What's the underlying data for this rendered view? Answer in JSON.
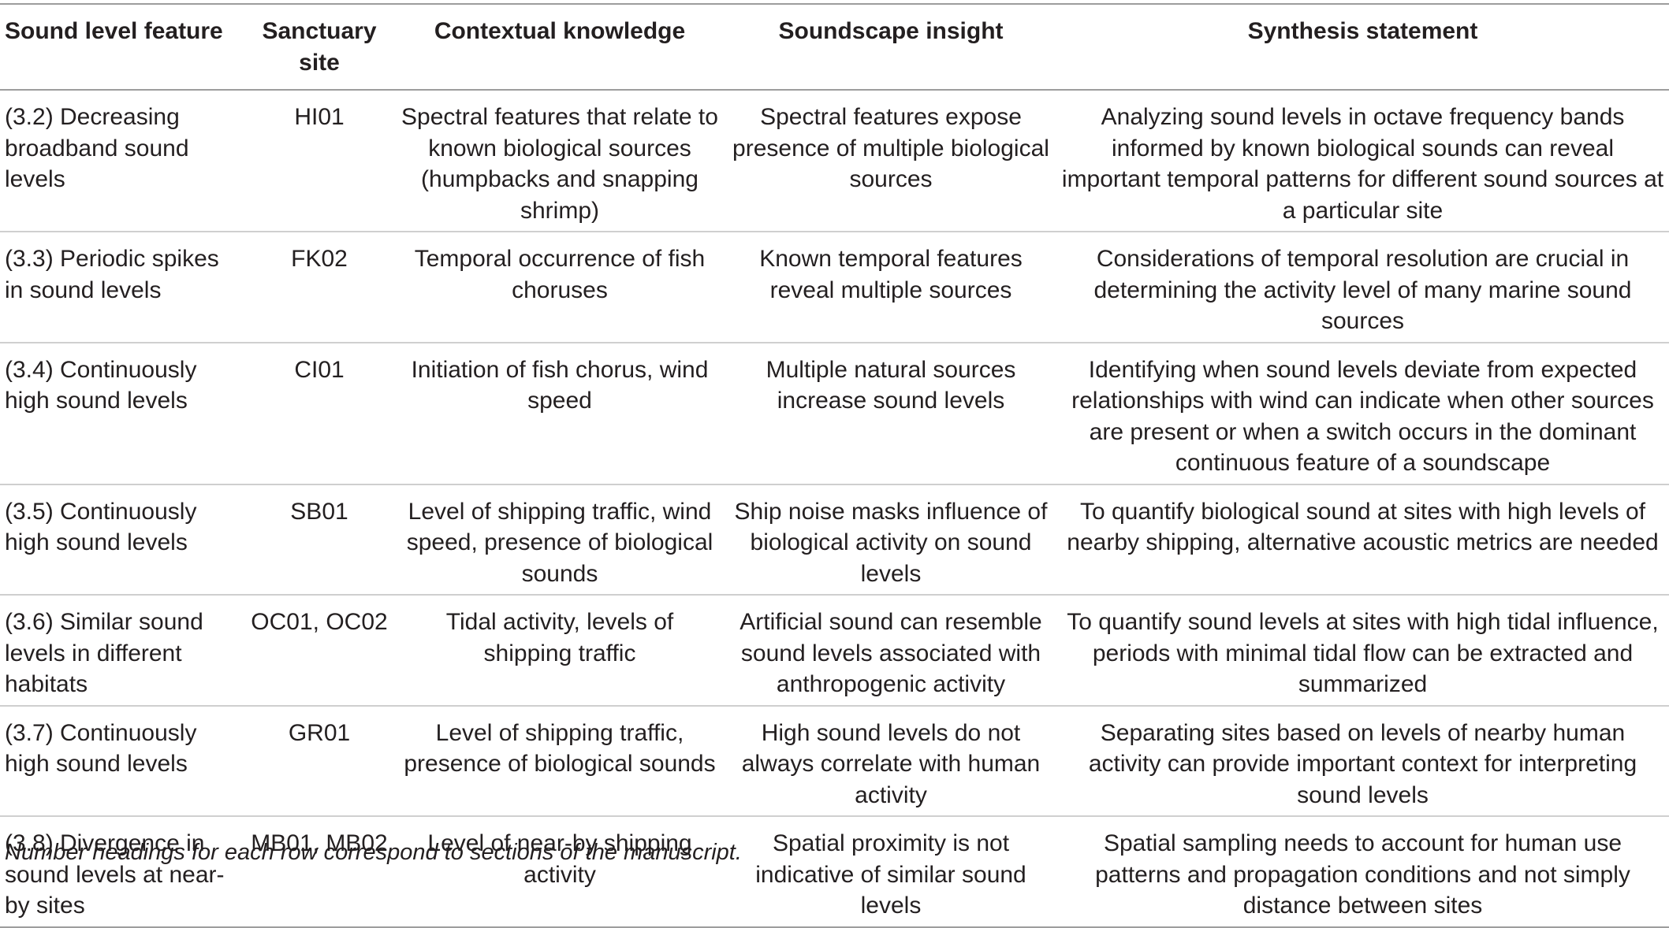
{
  "table": {
    "headers": [
      "Sound level feature",
      "Sanctuary site",
      "Contextual knowledge",
      "Soundscape insight",
      "Synthesis statement"
    ],
    "rows": [
      {
        "feature": "(3.2) Decreasing broadband sound levels",
        "site": "HI01",
        "context": "Spectral features that relate to known biological sources (humpbacks and snapping shrimp)",
        "insight": "Spectral features expose presence of multiple biological sources",
        "synthesis": "Analyzing sound levels in octave frequency bands informed by known biological sounds can reveal important temporal patterns for different sound sources at a particular site"
      },
      {
        "feature": "(3.3) Periodic spikes in sound levels",
        "site": "FK02",
        "context": "Temporal occurrence of fish choruses",
        "insight": "Known temporal features reveal multiple sources",
        "synthesis": "Considerations of temporal resolution are crucial in determining the activity level of many marine sound sources"
      },
      {
        "feature": "(3.4) Continuously high sound levels",
        "site": "CI01",
        "context": "Initiation of fish chorus, wind speed",
        "insight": "Multiple natural sources increase sound levels",
        "synthesis": "Identifying when sound levels deviate from expected relationships with wind can indicate when other sources are present or when a switch occurs in the dominant continuous feature of a soundscape"
      },
      {
        "feature": "(3.5) Continuously high sound levels",
        "site": "SB01",
        "context": "Level of shipping traffic, wind speed, presence of biological sounds",
        "insight": "Ship noise masks influence of biological activity on sound levels",
        "synthesis": "To quantify biological sound at sites with high levels of nearby shipping, alternative acoustic metrics are needed"
      },
      {
        "feature": "(3.6) Similar sound levels in different habitats",
        "site": "OC01, OC02",
        "context": "Tidal activity, levels of shipping traffic",
        "insight": "Artificial sound can resemble sound levels associated with anthropogenic activity",
        "synthesis": "To quantify sound levels at sites with high tidal influence, periods with minimal tidal flow can be extracted and summarized"
      },
      {
        "feature": "(3.7) Continuously high sound levels",
        "site": "GR01",
        "context": "Level of shipping traffic, presence of biological sounds",
        "insight": "High sound levels do not always correlate with human activity",
        "synthesis": "Separating sites based on levels of nearby human activity can provide important context for interpreting sound levels"
      },
      {
        "feature": "(3.8) Divergence in sound levels at near-by sites",
        "site": "MB01, MB02",
        "context": "Level of near-by shipping activity",
        "insight": "Spatial proximity is not indicative of similar sound levels",
        "synthesis": "Spatial sampling needs to account for human use patterns and propagation conditions and not simply distance between sites"
      }
    ]
  },
  "footnote": "Number headings for each row correspond to sections of the manuscript."
}
